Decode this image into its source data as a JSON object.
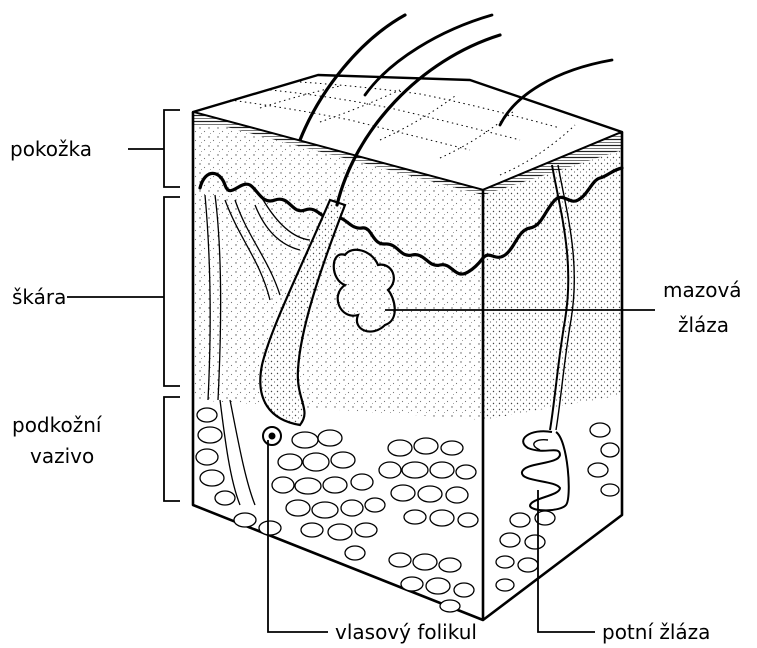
{
  "labels": {
    "epidermis": "pokožka",
    "dermis": "škára",
    "hypodermis_line1": "podkožní",
    "hypodermis_line2": "vazivo",
    "sebaceous_line1": "mazová",
    "sebaceous_line2": "žláza",
    "hair_follicle": "vlasový folikul",
    "sweat_gland": "potní žláza"
  }
}
